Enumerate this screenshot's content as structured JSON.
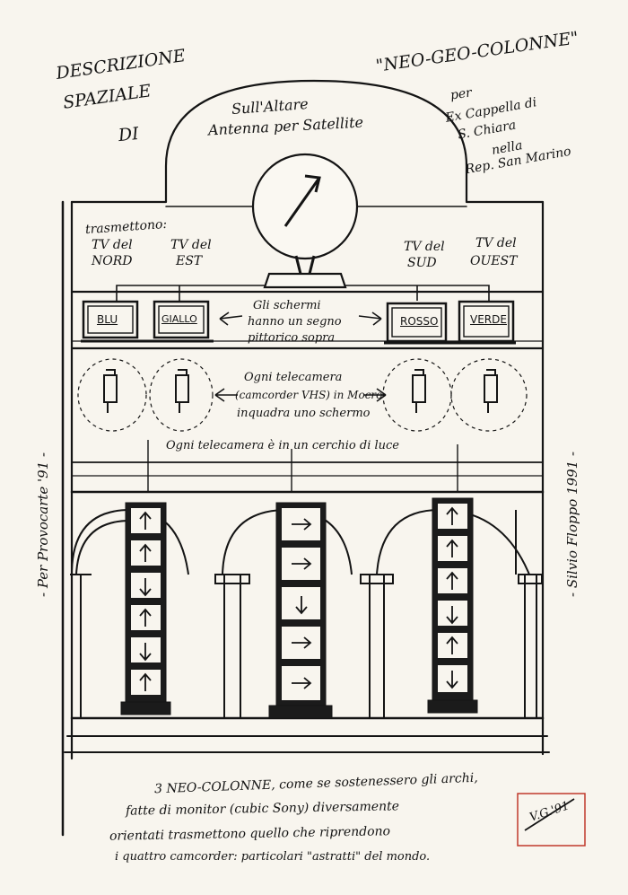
{
  "header": {
    "descr_line1": "DESCRIZIONE",
    "descr_line2": "SPAZIALE",
    "descr_line3": "DI",
    "title": "\"NEO-GEO-COLONNE\"",
    "per": "per",
    "venue_line1": "Ex Cappella di",
    "venue_line2": "S. Chiara",
    "venue_line3": "nella",
    "venue_line4": "Rep. San Marino"
  },
  "altar": {
    "line1": "Sull'Altare",
    "line2": "Antenna per Satellite"
  },
  "tv_labels": {
    "transmit": "trasmettono:",
    "north_a": "TV del",
    "north_b": "NORD",
    "east_a": "TV del",
    "east_b": "EST",
    "south_a": "TV del",
    "south_b": "SUD",
    "west_a": "TV del",
    "west_b": "OUEST"
  },
  "monitors": [
    "BLU",
    "GIALLO",
    "ROSSO",
    "VERDE"
  ],
  "notes": {
    "screens_1": "Gli schermi",
    "screens_2": "hanno un segno",
    "screens_3": "pittorico sopra",
    "cams_1": "Ogni telecamera",
    "cams_2": "(camcorder VHS) in Mocro",
    "cams_3": "inquadra uno schermo",
    "light": "Ogni telecamera è in un cerchio di luce"
  },
  "side": {
    "left": "- Per Provocarte '91 -",
    "right": "- Silvio Floppo 1991 -"
  },
  "caption": {
    "line1": "3 NEO-COLONNE, come se sostenessero gli archi,",
    "line2": "fatte di monitor (cubic Sony) diversamente",
    "line3": "orientati trasmettono quello che riprendono",
    "line4": "i quattro camcorder: particolari \"astratti\" del mondo."
  },
  "signature": "V.G.'91",
  "colors": {
    "ink": "#141414",
    "paper": "#f8f5ee",
    "stamp": "#c0392b"
  }
}
